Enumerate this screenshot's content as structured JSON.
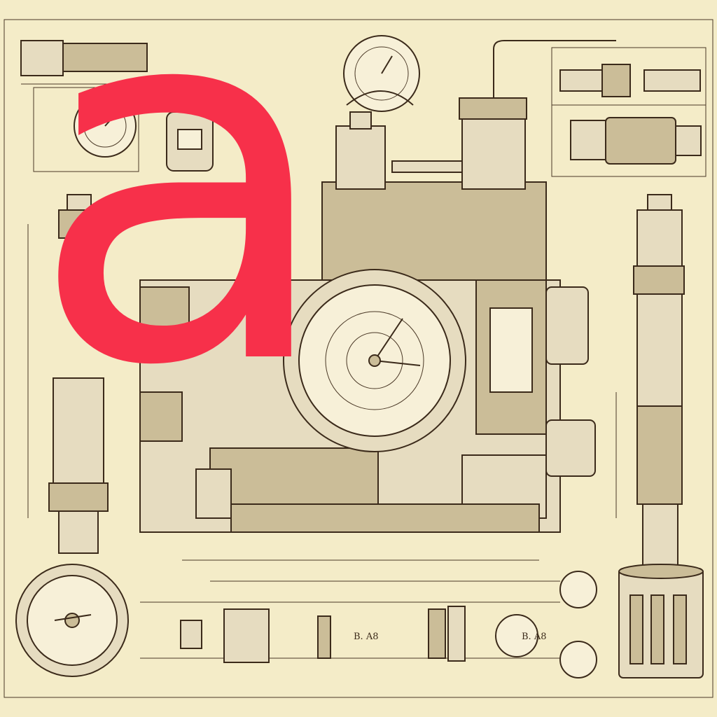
{
  "overlay": {
    "letter": "a",
    "color": "#f7304a"
  },
  "colors": {
    "paper": "#f4ecc8",
    "ink": "#3b2a1a"
  },
  "annotations": {
    "bottom_center": "B. A8",
    "bottom_right": "B. A8"
  }
}
